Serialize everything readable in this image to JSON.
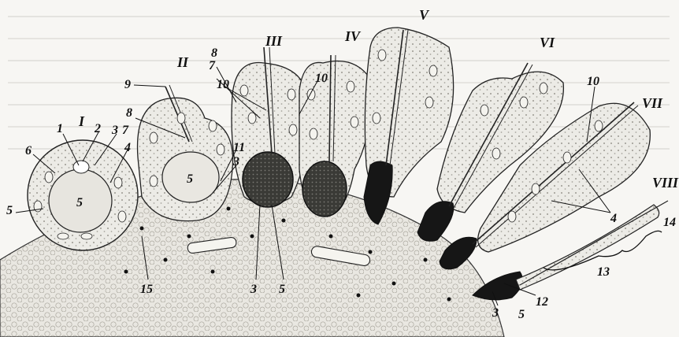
{
  "figure": {
    "stages": [
      "I",
      "II",
      "III",
      "IV",
      "V",
      "VI",
      "VII",
      "VIII"
    ],
    "numbers": [
      "1",
      "2",
      "3",
      "7",
      "4",
      "6",
      "5",
      "5",
      "8",
      "9",
      "8",
      "7",
      "10",
      "11",
      "3",
      "5",
      "10",
      "10",
      "4",
      "3",
      "5",
      "15",
      "3",
      "5",
      "12",
      "13",
      "14"
    ]
  },
  "colors": {
    "background": "#f7f6f3",
    "ink": "#111111",
    "cell_fill": "#ecebe6",
    "cytoplasm": "#e4e2dc",
    "head_dark": "#161616"
  }
}
